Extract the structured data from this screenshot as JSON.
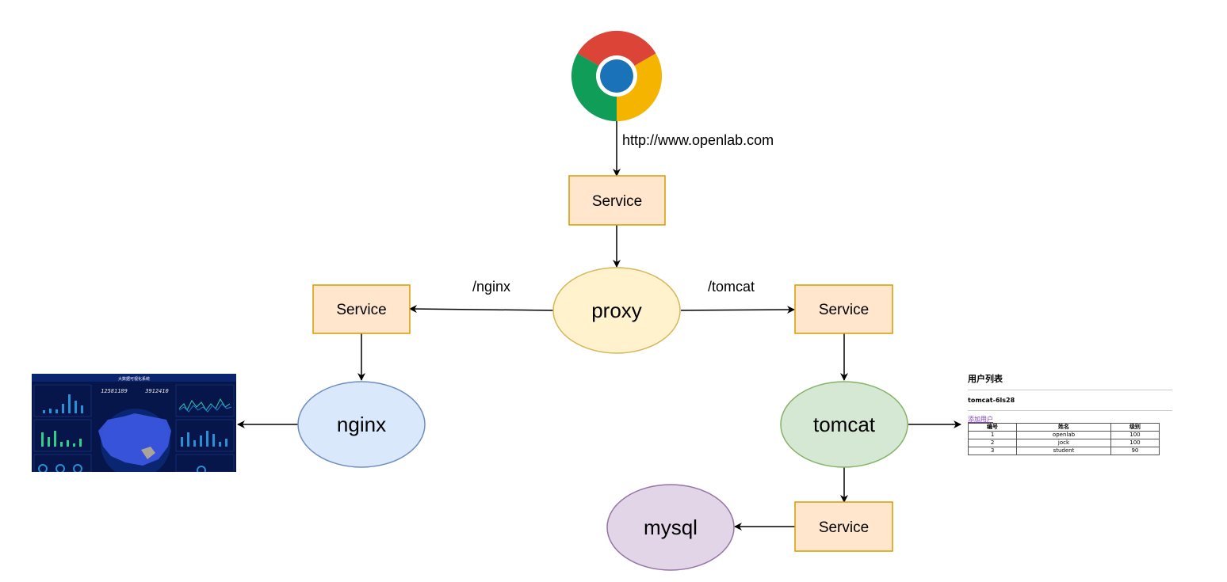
{
  "diagram": {
    "browser": {
      "icon": "chrome-icon",
      "url_label": "http://www.openlab.com"
    },
    "services": {
      "top": "Service",
      "left": "Service",
      "right": "Service",
      "bottom": "Service"
    },
    "nodes": {
      "proxy": "proxy",
      "nginx": "nginx",
      "tomcat": "tomcat",
      "mysql": "mysql"
    },
    "edge_labels": {
      "nginx_path": "/nginx",
      "tomcat_path": "/tomcat"
    },
    "colors": {
      "service_fill": "#ffe6cc",
      "service_stroke": "#d79b00",
      "proxy_fill": "#fff2cc",
      "proxy_stroke": "#d6b656",
      "nginx_fill": "#dae8fc",
      "nginx_stroke": "#6c8ebf",
      "tomcat_fill": "#d5e8d4",
      "tomcat_stroke": "#82b366",
      "mysql_fill": "#e1d5e7",
      "mysql_stroke": "#9673a6"
    }
  },
  "user_list": {
    "title": "用户列表",
    "host": "tomcat-6ls28",
    "add_link": "添加用户",
    "columns": [
      "编号",
      "姓名",
      "级别"
    ],
    "rows": [
      [
        "1",
        "openlab",
        "100"
      ],
      [
        "2",
        "jock",
        "100"
      ],
      [
        "3",
        "student",
        "90"
      ]
    ]
  },
  "dashboard": {
    "title": "大数据可视化系统",
    "counter_left": "12581189",
    "counter_right": "3912410"
  }
}
